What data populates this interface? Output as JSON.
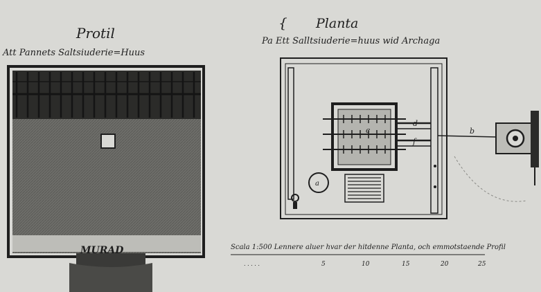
{
  "profile": {
    "title": "Protil",
    "subtitle": "Att Pannets Saltsiuderie=Huus",
    "bottom_label": "MURAD"
  },
  "plan": {
    "title": "Planta",
    "subtitle": "Pa Ett Salltsiuderie=huus wid Archaga",
    "label_c": "c",
    "label_d": "d",
    "label_f": "f",
    "label_b": "b",
    "label_a": "a"
  },
  "scale": {
    "text": "Scala 1:500 Lennere aluer hvar der hitdenne Planta, och emmotstaende Profil",
    "ticks": [
      "5",
      "10",
      "15",
      "20",
      "25"
    ]
  },
  "colors": {
    "paper": "#d9d9d5",
    "ink": "#1e1e1e",
    "shade": "#6e6e6a"
  }
}
